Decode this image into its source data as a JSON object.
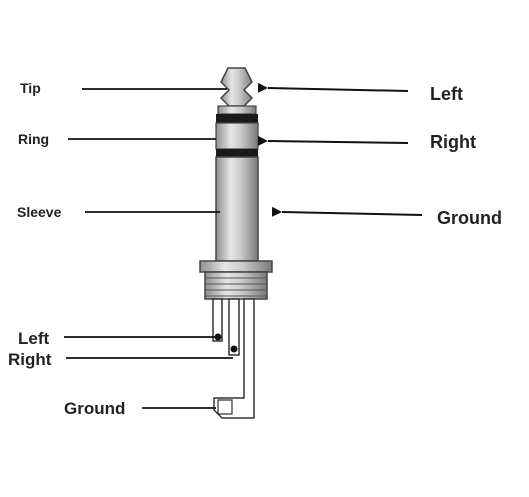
{
  "diagram": {
    "left_labels": {
      "tip": "Tip",
      "ring": "Ring",
      "sleeve": "Sleeve"
    },
    "right_labels": {
      "left": "Left",
      "right": "Right",
      "ground": "Ground"
    },
    "wire_labels": {
      "left": "Left",
      "right": "Right",
      "ground": "Ground"
    }
  }
}
